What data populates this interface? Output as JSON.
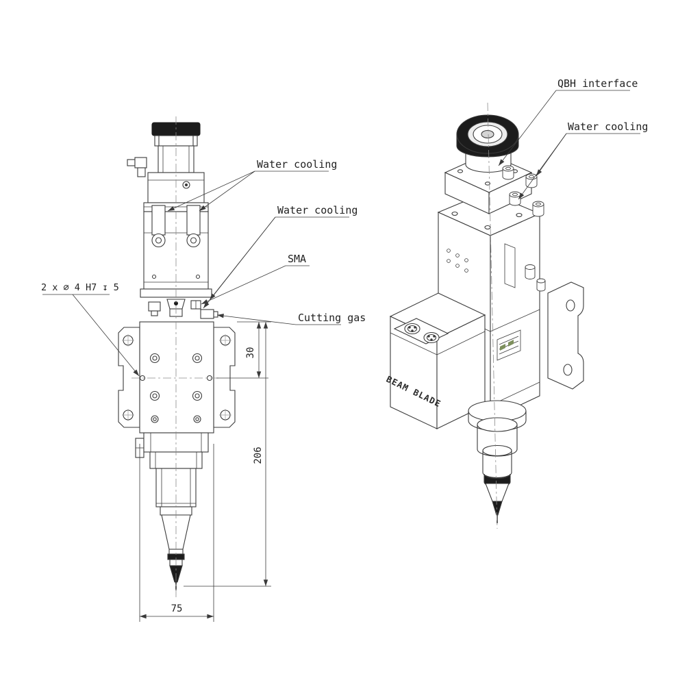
{
  "front_view": {
    "hole_callout": "2 x ⌀ 4 H7 ↧ 5",
    "label_water_cooling_upper": "Water cooling",
    "label_water_cooling_lower": "Water cooling",
    "label_sma": "SMA",
    "label_cutting_gas": "Cutting gas",
    "dim_offset": "30",
    "dim_height": "206",
    "dim_width": "75"
  },
  "iso_view": {
    "label_qbh": "QBH interface",
    "label_water_cooling": "Water cooling",
    "brand": "BEAM BLADE"
  },
  "colors": {
    "line": "#3a3a3a",
    "dark_fill": "#1c1c1c",
    "centerline": "#8a8a8a",
    "label_green": "#7d8f5c",
    "background": "#ffffff"
  }
}
